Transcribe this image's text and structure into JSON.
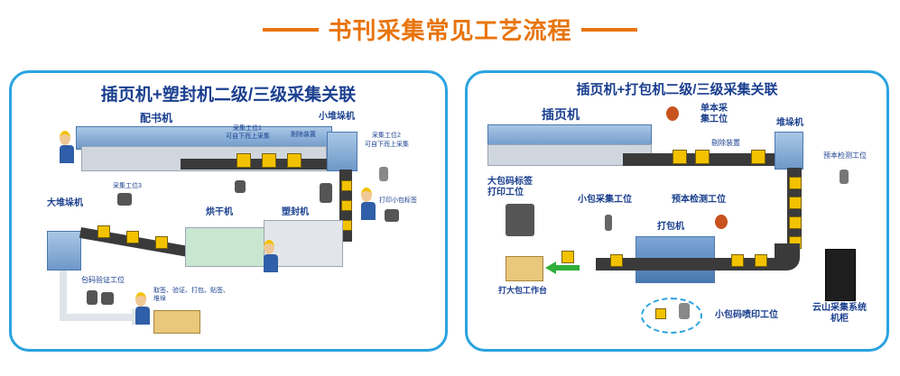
{
  "header": {
    "title": "书刊采集常见工艺流程"
  },
  "left_panel": {
    "title": "插页机+塑封机二级/三级采集关联",
    "labels": {
      "collator": "配书机",
      "small_stacker": "小堆垛机",
      "station1": "采集工位1",
      "station1_note": "可自下而上采集",
      "reject": "剔除装置",
      "station2": "采集工位2",
      "station2_note": "可自下而上采集",
      "station3": "采集工位3",
      "big_stacker": "大堆垛机",
      "dryer": "烘干机",
      "shrink_wrapper": "塑封机",
      "print_label": "打印小包标签",
      "verify_station": "包码验证工位",
      "ops": "取签、验证、打包、贴签、堆垛"
    }
  },
  "right_panel": {
    "title": "插页机+打包机二级/三级采集关联",
    "labels": {
      "inserter": "插页机",
      "single_station": "单本采集工位",
      "stacker": "堆垛机",
      "reject": "剔除装置",
      "precheck_top": "预本检测工位",
      "big_label_station": "大包码标签打印工位",
      "small_pack_station": "小包采集工位",
      "precheck": "预本检测工位",
      "packer": "打包机",
      "pack_table": "打大包工作台",
      "cloud_cabinet": "云山采集系统机柜",
      "inkjet_station": "小包码喷印工位"
    }
  },
  "colors": {
    "accent": "#e8740c",
    "border": "#2aa3e0",
    "text": "#1a3f8f",
    "box": "#f2c200"
  }
}
